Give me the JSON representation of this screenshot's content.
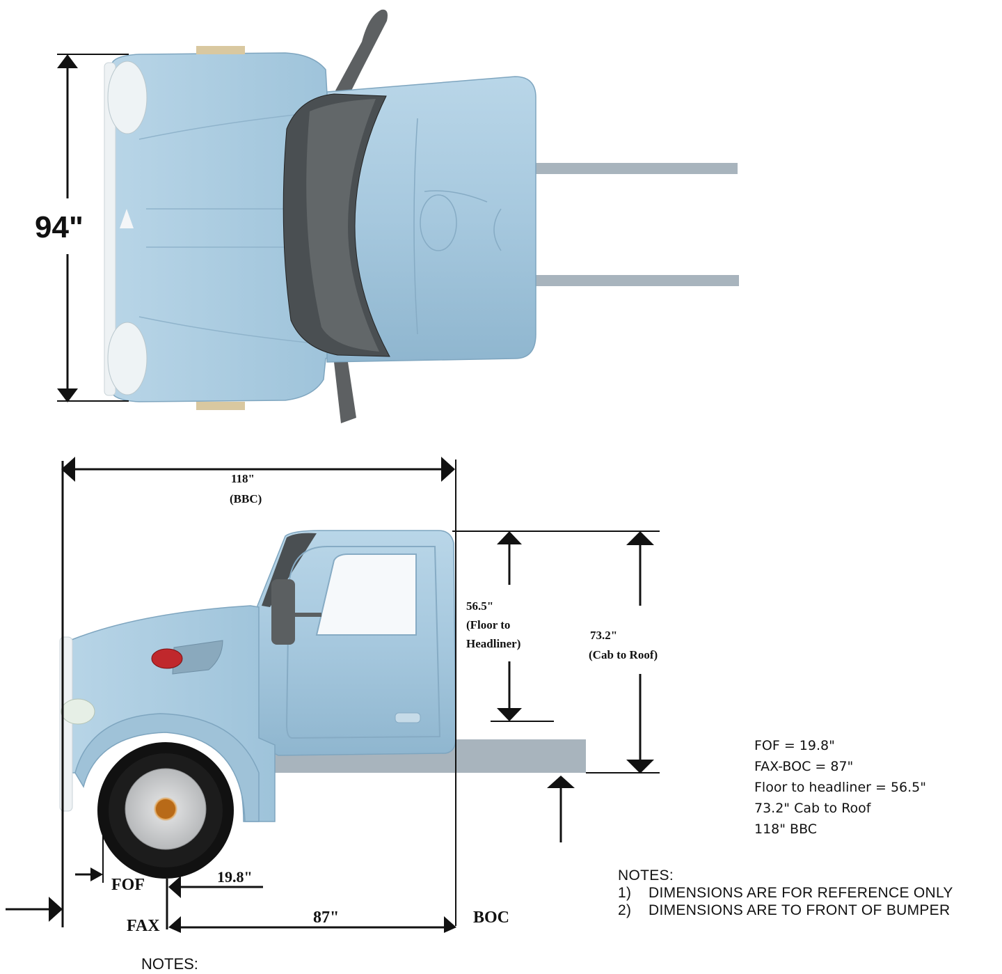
{
  "top_view": {
    "width_label": "94\""
  },
  "side_view": {
    "bbc_value": "118\"",
    "bbc_name": "(BBC)",
    "headliner_value": "56.5\"",
    "headliner_line1": "(Floor to",
    "headliner_line2": "Headliner)",
    "cab_roof_value": "73.2\"",
    "cab_roof_name": "(Cab to Roof)",
    "fof_label": "FOF",
    "fof_value": "19.8\"",
    "fax_label": "FAX",
    "fax_boc_value": "87\"",
    "boc_label": "BOC"
  },
  "summary": [
    "FOF = 19.8\"",
    "FAX-BOC = 87\"",
    "Floor to headliner = 56.5\"",
    "73.2\" Cab to Roof",
    "118\" BBC"
  ],
  "notes": {
    "heading": "NOTES:",
    "items": [
      {
        "num": "1)",
        "text": "DIMENSIONS ARE FOR REFERENCE ONLY"
      },
      {
        "num": "2)",
        "text": "DIMENSIONS ARE TO FRONT OF BUMPER"
      }
    ]
  },
  "bottom_notes_heading": "NOTES:",
  "colors": {
    "body": "#a9cbe0",
    "body_shade": "#8fb6cf",
    "windshield": "#5a5e60",
    "rail": "#a8b4bd",
    "tire": "#111111",
    "ink": "#111111"
  }
}
